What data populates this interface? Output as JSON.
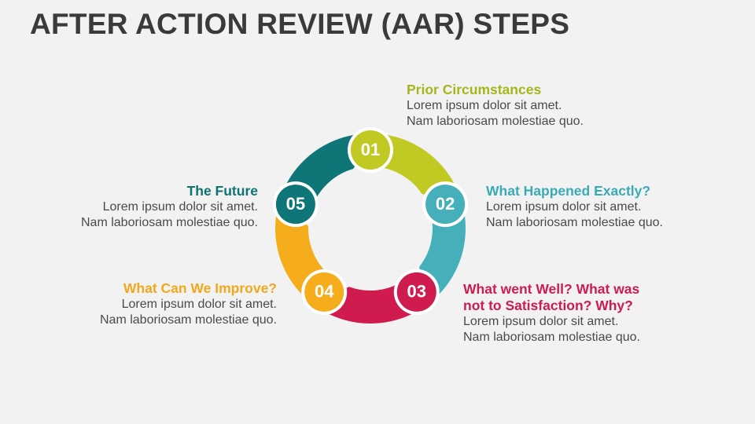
{
  "title": "AFTER ACTION REVIEW (AAR) STEPS",
  "steps": [
    {
      "number": "01",
      "heading_lines": [
        "Prior Circumstances"
      ],
      "desc_lines": [
        "Lorem ipsum dolor sit amet.",
        "Nam laboriosam molestiae quo."
      ],
      "color": "#c1c923"
    },
    {
      "number": "02",
      "heading_lines": [
        "What Happened Exactly?"
      ],
      "desc_lines": [
        "Lorem ipsum dolor sit amet.",
        "Nam laboriosam molestiae quo."
      ],
      "color": "#45afba"
    },
    {
      "number": "03",
      "heading_lines": [
        "What went Well? What was",
        "not to Satisfaction? Why?"
      ],
      "desc_lines": [
        "Lorem ipsum dolor sit amet.",
        "Nam laboriosam molestiae quo."
      ],
      "color": "#cf1b4e"
    },
    {
      "number": "04",
      "heading_lines": [
        "What Can We Improve?"
      ],
      "desc_lines": [
        "Lorem ipsum dolor sit amet.",
        "Nam laboriosam molestiae quo."
      ],
      "color": "#f6ad1b"
    },
    {
      "number": "05",
      "heading_lines": [
        "The Future"
      ],
      "desc_lines": [
        "Lorem ipsum dolor sit amet.",
        "Nam laboriosam molestiae quo."
      ],
      "color": "#0f7677"
    }
  ]
}
